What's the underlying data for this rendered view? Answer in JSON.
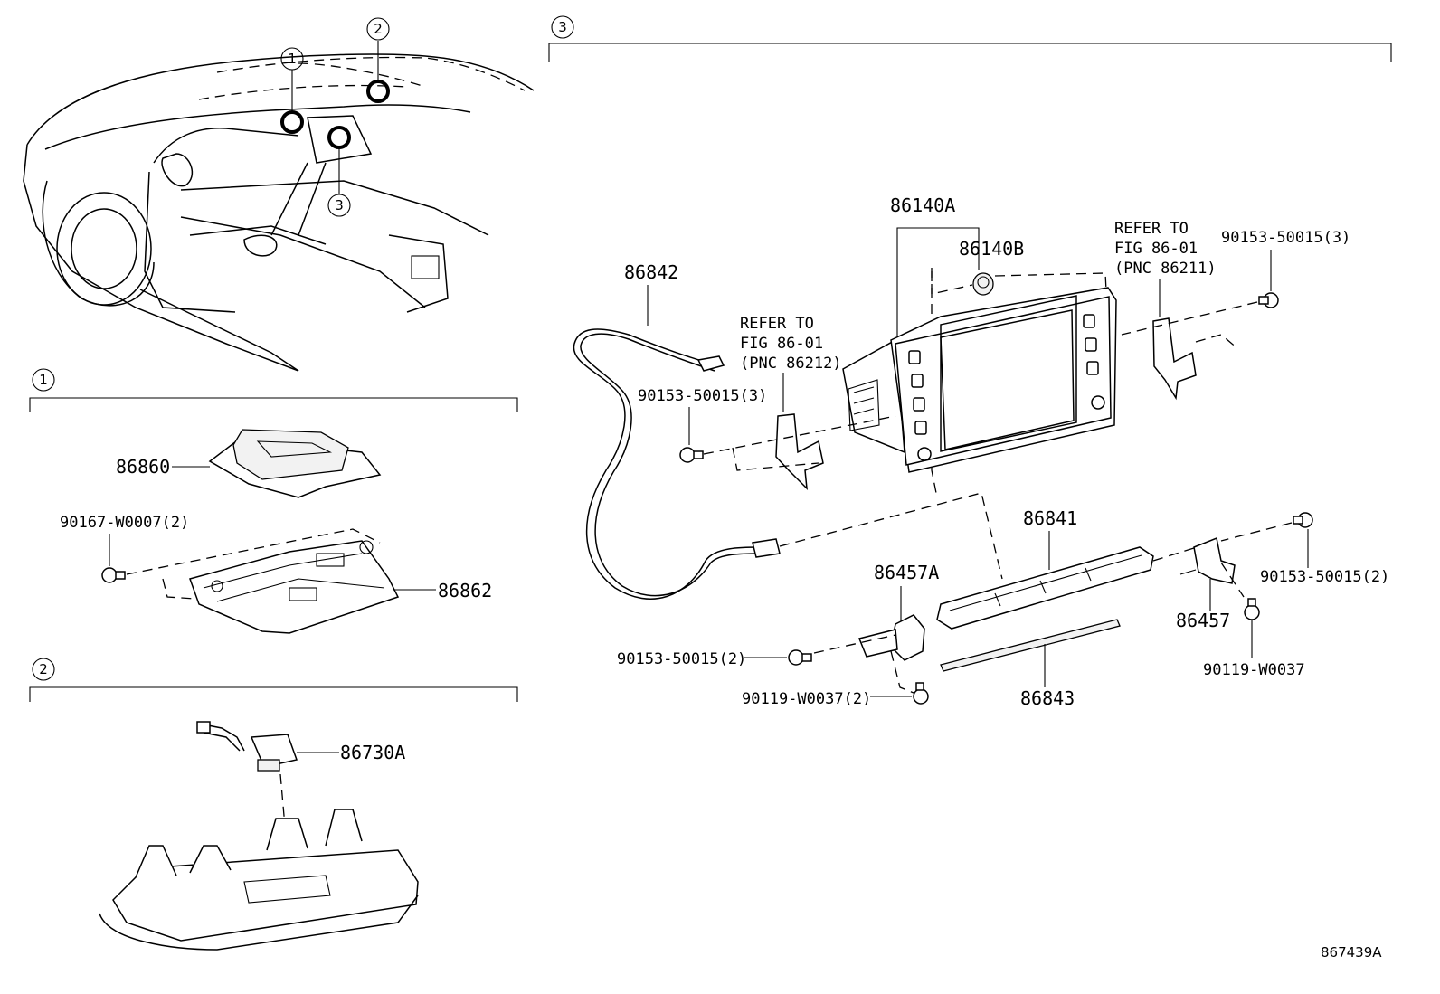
{
  "sections": {
    "s1_marker": "1",
    "s2_marker": "2",
    "s3_marker": "3"
  },
  "overview_callouts": [
    "1",
    "2",
    "3"
  ],
  "parts": {
    "p86860": "86860",
    "p90167": "90167-W0007(2)",
    "p86862": "86862",
    "p86730A": "86730A",
    "p86140A": "86140A",
    "p86140B": "86140B",
    "p86842": "86842",
    "p90153_3_left": "90153-50015(3)",
    "p90153_3_right": "90153-50015(3)",
    "p86841": "86841",
    "p86457A": "86457A",
    "p90153_2_left": "90153-50015(2)",
    "p90153_2_right": "90153-50015(2)",
    "p90119_2": "90119-W0037(2)",
    "p86843": "86843",
    "p86457": "86457",
    "p90119": "90119-W0037"
  },
  "refer_left": [
    "REFER TO",
    "FIG 86-01",
    "(PNC 86212)"
  ],
  "refer_right": [
    "REFER TO",
    "FIG 86-01",
    "(PNC 86211)"
  ],
  "figure_id": "867439A"
}
